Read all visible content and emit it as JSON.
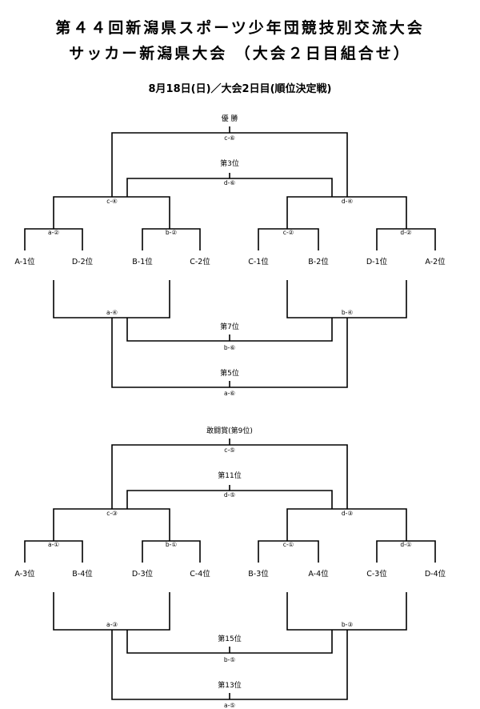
{
  "header": {
    "title_line1": "第４４回新潟県スポーツ少年団競技別交流大会",
    "title_line2": "サッカー新潟県大会 （大会２日目組合せ）",
    "subtitle": "8月18日(日)／大会2日目(順位決定戦)"
  },
  "bracket_top": {
    "teams": [
      "A-1位",
      "D-2位",
      "B-1位",
      "C-2位",
      "C-1位",
      "B-2位",
      "D-1位",
      "A-2位"
    ],
    "matches": {
      "r1": [
        "a-②",
        "b-②",
        "c-②",
        "d-②"
      ],
      "semis": [
        "c-④",
        "d-④"
      ],
      "semis_lower": [
        "a-④",
        "b-④"
      ],
      "final_label": "優 勝",
      "final": "c-⑥",
      "third_label": "第3位",
      "third": "d-⑥",
      "seventh_label": "第7位",
      "seventh": "b-⑥",
      "fifth_label": "第5位",
      "fifth": "a-⑥"
    }
  },
  "bracket_bottom": {
    "teams": [
      "A-3位",
      "B-4位",
      "D-3位",
      "C-4位",
      "B-3位",
      "A-4位",
      "C-3位",
      "D-4位"
    ],
    "matches": {
      "r1": [
        "a-①",
        "b-①",
        "c-①",
        "d-①"
      ],
      "semis": [
        "c-③",
        "d-③"
      ],
      "semis_lower": [
        "a-③",
        "b-③"
      ],
      "final_label": "敢闘賞(第9位)",
      "final": "c-⑤",
      "third_label": "第11位",
      "third": "d-⑤",
      "seventh_label": "第15位",
      "seventh": "b-⑤",
      "fifth_label": "第13位",
      "fifth": "a-⑤"
    }
  }
}
